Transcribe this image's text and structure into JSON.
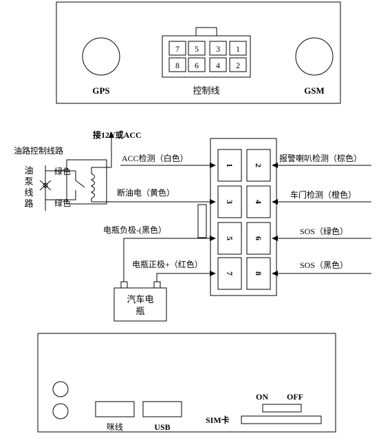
{
  "top_panel": {
    "left_port_label": "GPS",
    "right_port_label": "GSM",
    "connector_label": "控制线",
    "pins_top": [
      "7",
      "5",
      "3",
      "1"
    ],
    "pins_bottom": [
      "8",
      "6",
      "4",
      "2"
    ]
  },
  "wiring": {
    "relay_title": "油路控制线路",
    "pump_label": [
      "油",
      "泵",
      "线",
      "路"
    ],
    "green_top": "绿色",
    "green_bottom": "绿色",
    "power_label": "接12V或ACC",
    "acc_label": "ACC检测（白色）",
    "cut_oil_label": "断油电（黄色）",
    "battery_neg_label": "电瓶负极-(黑色）",
    "battery_pos_label": "电瓶正极+（红色）",
    "alarm_label": "报警喇叭检测（棕色）",
    "door_label": "车门检测（橙色）",
    "sos_green_label": "SOS（绿色）",
    "sos_black_label": "SOS（黑色）",
    "battery_box_lines": [
      "汽车电",
      "瓶"
    ],
    "pins": [
      "1",
      "2",
      "3",
      "4",
      "5",
      "6",
      "7",
      "8"
    ]
  },
  "bottom_panel": {
    "mic_label": "咪线",
    "usb_label": "USB",
    "sim_label": "SIM卡",
    "on_label": "ON",
    "off_label": "OFF"
  }
}
